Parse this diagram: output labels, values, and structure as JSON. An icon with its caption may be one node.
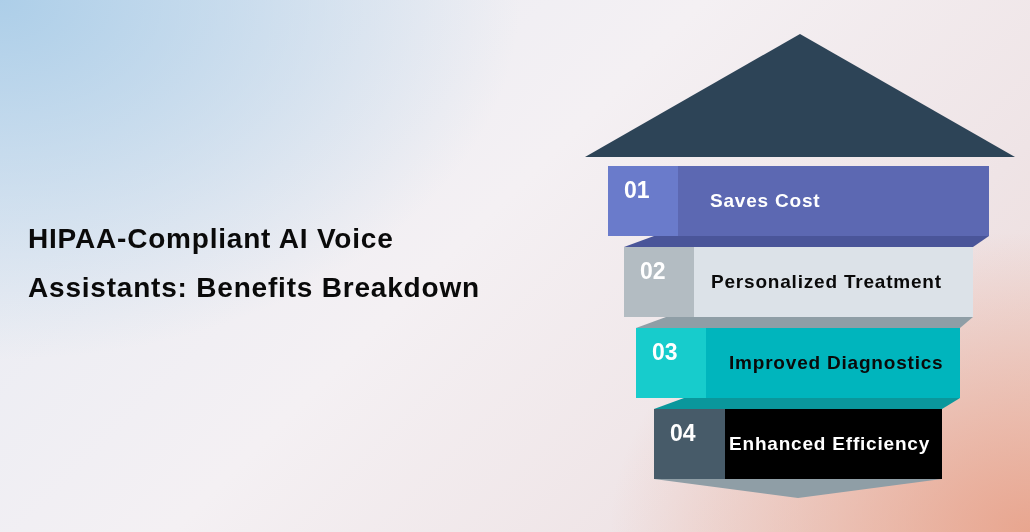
{
  "diagram": {
    "title": "HIPAA-Compliant AI Voice Assistants: Benefits Breakdown",
    "nodes": [
      {
        "text": [],
        "shape": "triangle"
      },
      {
        "text": [
          "01",
          "Saves Cost"
        ]
      },
      {
        "text": [
          "02",
          "Personalized Treatment"
        ]
      },
      {
        "text": [
          "03",
          "Improved Diagnostics"
        ]
      },
      {
        "text": [
          "04",
          "Enhanced Efficiency"
        ]
      },
      {
        "text": [],
        "shape": "triangle"
      }
    ]
  }
}
